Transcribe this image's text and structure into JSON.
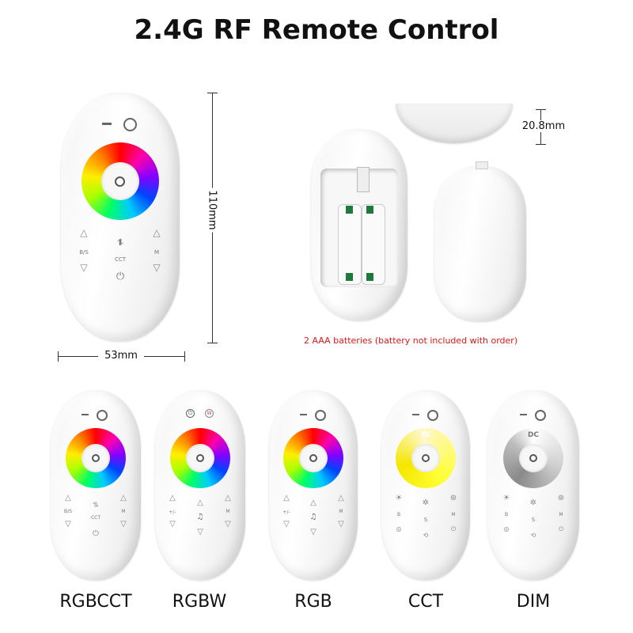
{
  "title": "2.4G RF Remote Control",
  "dimensions": {
    "height": "110mm",
    "width": "53mm",
    "thickness": "20.8mm"
  },
  "battery_note": "2 AAA batteries (battery not included with order)",
  "main_remote": {
    "left_label": "B/S",
    "center_label": "CCT",
    "right_label": "M"
  },
  "models": [
    {
      "name": "RGBCCT",
      "left_label": "B/S",
      "center_label": "CCT",
      "right_label": "M"
    },
    {
      "name": "RGBW",
      "left_label": "+/-",
      "right_label": "M"
    },
    {
      "name": "RGB",
      "left_label": "+/-",
      "right_label": "M"
    },
    {
      "name": "CCT",
      "ring_text": "TC",
      "left_label": "B",
      "center_label": "S",
      "right_label": "M"
    },
    {
      "name": "DIM",
      "ring_text": "DC",
      "left_label": "B",
      "center_label": "S",
      "right_label": "M"
    }
  ],
  "icons": {
    "power": "power-icon",
    "minus": "minus-icon",
    "circle": "circle-icon",
    "up": "up-arrow-icon",
    "down": "down-arrow-icon",
    "music": "music-note-icon"
  }
}
